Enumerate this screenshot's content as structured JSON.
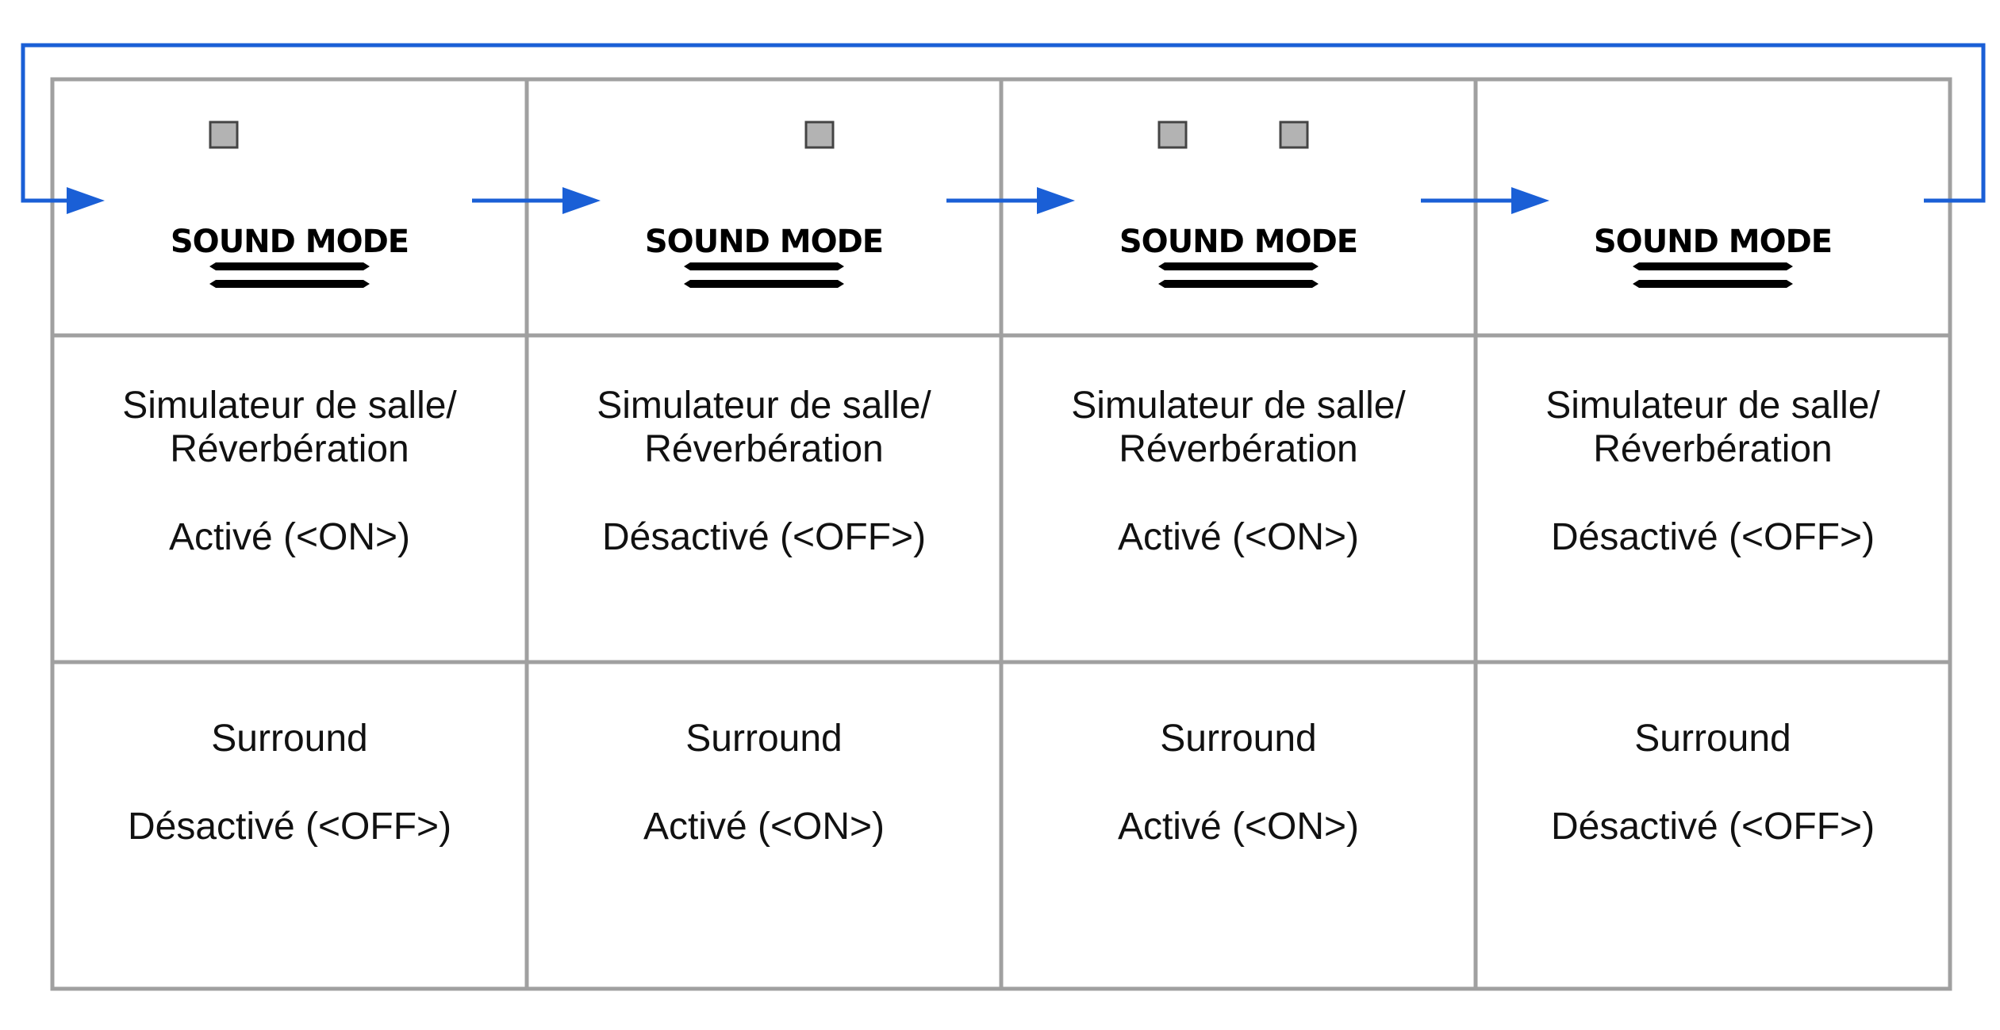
{
  "colors": {
    "grid": "#a0a0a0",
    "arrow": "#1a5fd6",
    "indicator_fill": "#b3b3b3",
    "indicator_stroke": "#444444",
    "text": "#111111"
  },
  "panels": [
    {
      "sound_mode_label": "SOUND MODE",
      "indicators_lit": [
        "left"
      ],
      "hall": {
        "name_line1": "Simulateur de salle/",
        "name_line2": "Réverbération",
        "state": "Activé (<ON>)"
      },
      "surround": {
        "name": "Surround",
        "state": "Désactivé (<OFF>)"
      }
    },
    {
      "sound_mode_label": "SOUND MODE",
      "indicators_lit": [
        "right"
      ],
      "hall": {
        "name_line1": "Simulateur de salle/",
        "name_line2": "Réverbération",
        "state": "Désactivé (<OFF>)"
      },
      "surround": {
        "name": "Surround",
        "state": "Activé (<ON>)"
      }
    },
    {
      "sound_mode_label": "SOUND MODE",
      "indicators_lit": [
        "left",
        "right"
      ],
      "hall": {
        "name_line1": "Simulateur de salle/",
        "name_line2": "Réverbération",
        "state": "Activé (<ON>)"
      },
      "surround": {
        "name": "Surround",
        "state": "Activé (<ON>)"
      }
    },
    {
      "sound_mode_label": "SOUND MODE",
      "indicators_lit": [],
      "hall": {
        "name_line1": "Simulateur de salle/",
        "name_line2": "Réverbération",
        "state": "Désactivé (<OFF>)"
      },
      "surround": {
        "name": "Surround",
        "state": "Désactivé (<OFF>)"
      }
    }
  ]
}
